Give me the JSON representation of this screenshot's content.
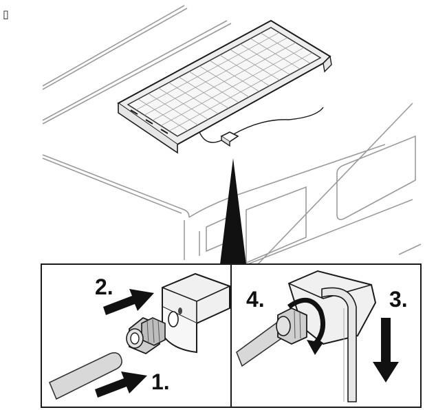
{
  "corner_glyph": "▯",
  "steps": {
    "step1": "1.",
    "step2": "2.",
    "step3": "3.",
    "step4": "4."
  },
  "icons": {
    "solar_panel": "solar-panel-icon",
    "cable_gland": "cable-gland-icon",
    "junction_box": "junction-box-icon",
    "allen_key": "allen-key-icon"
  },
  "colors": {
    "line": "#6b6b6b",
    "dark": "#1a1a1a",
    "panel_fill": "#f4f4f4"
  }
}
